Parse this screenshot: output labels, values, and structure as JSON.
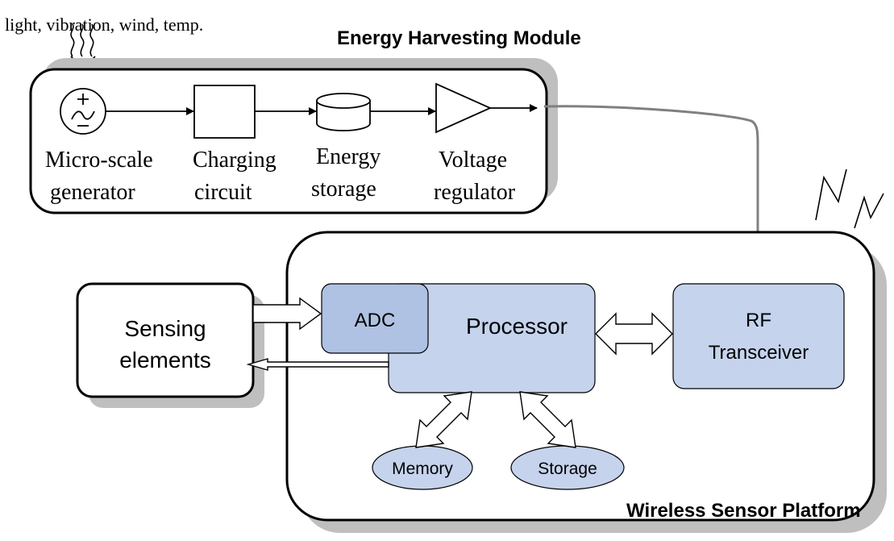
{
  "inputs_label": "light, vibration, wind, temp.",
  "energy_module": {
    "title": "Energy Harvesting Module",
    "blocks": [
      {
        "line1": "Micro-scale",
        "line2": "generator"
      },
      {
        "line1": "Charging",
        "line2": "circuit"
      },
      {
        "line1": "Energy",
        "line2": "storage"
      },
      {
        "line1": "Voltage",
        "line2": "regulator"
      }
    ]
  },
  "sensing": {
    "line1": "Sensing",
    "line2": "elements"
  },
  "platform": {
    "title": "Wireless Sensor Platform",
    "adc": "ADC",
    "processor": "Processor",
    "rf": {
      "line1": "RF",
      "line2": "Transceiver"
    },
    "memory": "Memory",
    "storage": "Storage"
  },
  "colors": {
    "block_fill": "#c5d3ec",
    "adc_fill": "#afc2e3",
    "shadow": "#bfbfbf",
    "power_line": "#808080"
  }
}
